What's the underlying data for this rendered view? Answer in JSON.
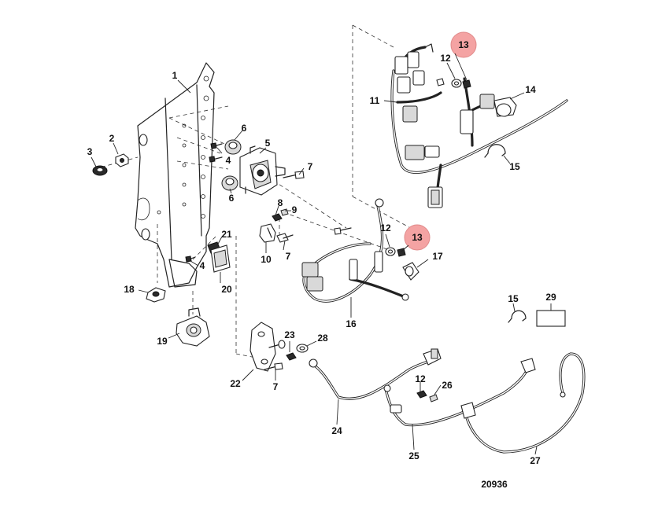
{
  "diagram": {
    "figure_number": "20936",
    "callouts": [
      {
        "id": "c1",
        "label": "1"
      },
      {
        "id": "c2",
        "label": "2"
      },
      {
        "id": "c3",
        "label": "3"
      },
      {
        "id": "c4a",
        "label": "4"
      },
      {
        "id": "c4b",
        "label": "4"
      },
      {
        "id": "c5",
        "label": "5"
      },
      {
        "id": "c6a",
        "label": "6"
      },
      {
        "id": "c6b",
        "label": "6"
      },
      {
        "id": "c7a",
        "label": "7"
      },
      {
        "id": "c7b",
        "label": "7"
      },
      {
        "id": "c7c",
        "label": "7"
      },
      {
        "id": "c8",
        "label": "8"
      },
      {
        "id": "c9",
        "label": "9"
      },
      {
        "id": "c10",
        "label": "10"
      },
      {
        "id": "c11",
        "label": "11"
      },
      {
        "id": "c12a",
        "label": "12"
      },
      {
        "id": "c12b",
        "label": "12"
      },
      {
        "id": "c12c",
        "label": "12"
      },
      {
        "id": "c14",
        "label": "14"
      },
      {
        "id": "c15a",
        "label": "15"
      },
      {
        "id": "c15b",
        "label": "15"
      },
      {
        "id": "c16",
        "label": "16"
      },
      {
        "id": "c17",
        "label": "17"
      },
      {
        "id": "c18",
        "label": "18"
      },
      {
        "id": "c19",
        "label": "19"
      },
      {
        "id": "c20",
        "label": "20"
      },
      {
        "id": "c21",
        "label": "21"
      },
      {
        "id": "c22",
        "label": "22"
      },
      {
        "id": "c23",
        "label": "23"
      },
      {
        "id": "c24",
        "label": "24"
      },
      {
        "id": "c25",
        "label": "25"
      },
      {
        "id": "c26",
        "label": "26"
      },
      {
        "id": "c27",
        "label": "27"
      },
      {
        "id": "c28",
        "label": "28"
      },
      {
        "id": "c29",
        "label": "29"
      }
    ],
    "highlighted_callouts": [
      {
        "id": "h13a",
        "label": "13",
        "highlight_color": "#f4a3a3"
      },
      {
        "id": "h13b",
        "label": "13",
        "highlight_color": "#f4a3a3"
      }
    ]
  }
}
